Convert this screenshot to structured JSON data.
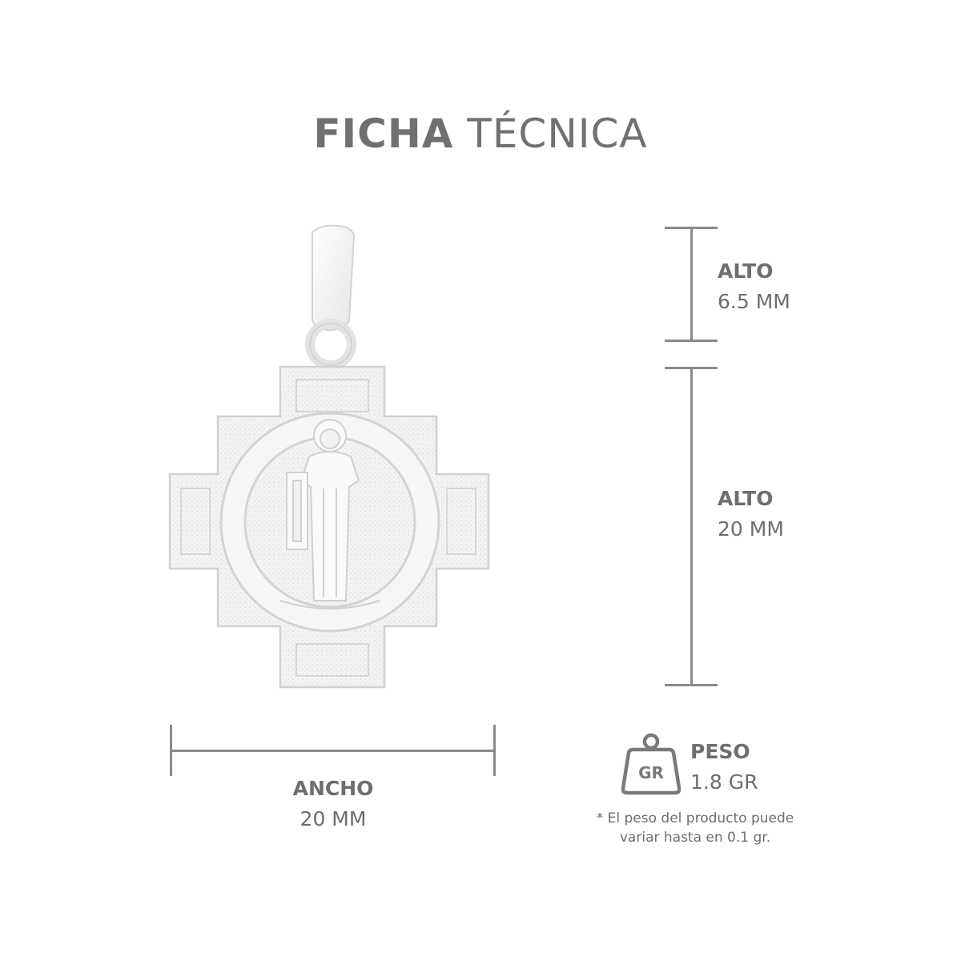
{
  "title": {
    "bold": "FICHA",
    "light": "TÉCNICA"
  },
  "specs": {
    "alto_bail": {
      "label": "ALTO",
      "value": "6.5 MM"
    },
    "alto_body": {
      "label": "ALTO",
      "value": "20 MM"
    },
    "ancho": {
      "label": "ANCHO",
      "value": "20 MM"
    },
    "peso": {
      "label": "PESO",
      "value": "1.8 GR",
      "icon_text": "GR"
    }
  },
  "note": {
    "line1": "* El peso del producto puede",
    "line2": "variar hasta en 0.1 gr."
  },
  "colors": {
    "text": "#6e6e6e",
    "lines": "#8a8a8a",
    "metal": "#f4f4f4"
  }
}
